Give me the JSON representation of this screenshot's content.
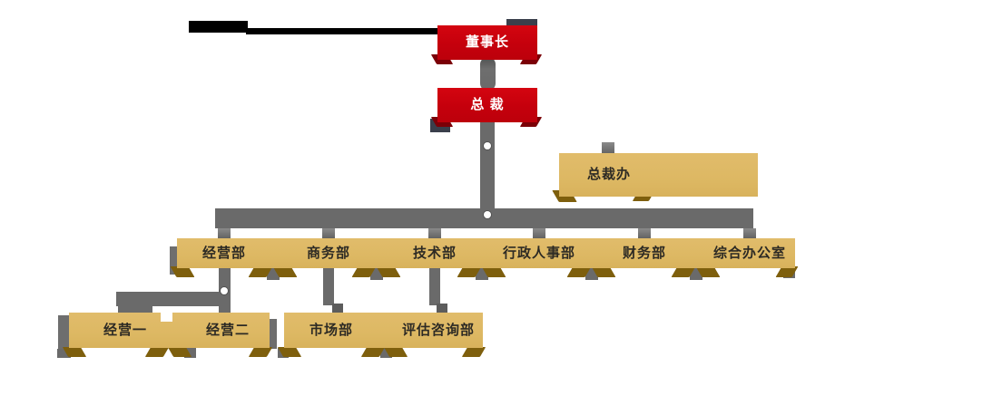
{
  "nodes": {
    "chairman": "董事长",
    "president": "总  裁",
    "president_office": "总裁办"
  },
  "departments": [
    {
      "label": "经营部"
    },
    {
      "label": "商务部"
    },
    {
      "label": "技术部"
    },
    {
      "label": "行政人事部"
    },
    {
      "label": "财务部"
    },
    {
      "label": "综合办公室"
    }
  ],
  "sub_departments": [
    {
      "label": "经营一"
    },
    {
      "label": "经营二"
    },
    {
      "label": "市场部"
    },
    {
      "label": "评估咨询部"
    }
  ],
  "colors": {
    "box_red": "#C5000C",
    "box_red_shadow": "#7B0007",
    "slate_tab": "#3A3F4B",
    "connector_gray": "#6A6A6A",
    "connector_dark_gray": "#5C5C5C",
    "box_tan": "#DDB863",
    "foot_bronze": "#7E5F0D",
    "leader_line_black": "#000000",
    "label_dark": "#2D2A24",
    "label_light": "#FFFFFF"
  }
}
